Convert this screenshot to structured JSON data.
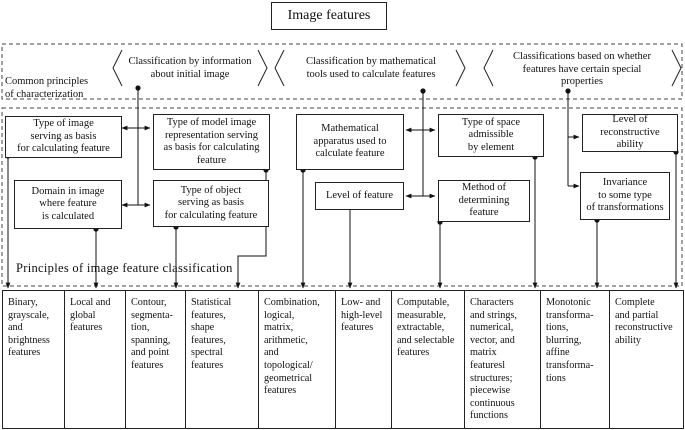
{
  "title": "Image features",
  "common_principles": {
    "label": "Common principles of characterization",
    "label_lines": [
      "Common principles",
      "of characterization"
    ],
    "items": [
      [
        "Classification by information",
        "about initial image"
      ],
      [
        "Classification by mathematical",
        "tools used to calculate features"
      ],
      [
        "Classifications based on whether",
        "features have certain special",
        "properties"
      ]
    ]
  },
  "principles_label": "Principles of image feature classification",
  "principles": {
    "type_of_image": [
      "Type of image",
      "serving as basis",
      "for calculating feature"
    ],
    "type_of_model": [
      "Type of model image",
      "representation serving",
      "as basis for calculating",
      "feature"
    ],
    "domain_in_image": [
      "Domain in image",
      "where feature",
      "is calculated"
    ],
    "type_of_object": [
      "Type of object",
      "serving as basis",
      "for calculating feature"
    ],
    "math_apparatus": [
      "Mathematical",
      "apparatus used to",
      "calculate feature"
    ],
    "type_of_space": [
      "Type of space",
      "admissible",
      "by element"
    ],
    "level_of_feature": [
      "Level of feature"
    ],
    "method_of_determining": [
      "Method of",
      "determining",
      "feature"
    ],
    "level_of_reconstructive": [
      "Level of",
      "reconstructive",
      "ability"
    ],
    "invariance": [
      "Invariance",
      "to some type",
      "of transformations"
    ]
  },
  "categories": [
    [
      "Binary,",
      "grayscale,",
      "and",
      "brightness",
      "features"
    ],
    [
      "Local and",
      "global",
      "features"
    ],
    [
      "Contour,",
      "segmenta-",
      "tion,",
      "spanning,",
      "and point",
      "features"
    ],
    [
      "Statistical",
      "features,",
      "shape",
      "features,",
      "spectral",
      "features"
    ],
    [
      "Combination,",
      "logical,",
      "matrix,",
      "arithmetic,",
      "and",
      "topological/",
      "geometrical",
      "features"
    ],
    [
      "Low- and",
      "high-level",
      "features"
    ],
    [
      "Computable,",
      "measurable,",
      "extractable,",
      "and selectable",
      "features"
    ],
    [
      "Characters",
      "and strings,",
      "numerical,",
      "vector, and",
      "matrix",
      "featuresl",
      "structures;",
      "piecewise",
      "continuous",
      "functions"
    ],
    [
      "Monotonic",
      "transforma-",
      "tions,",
      "blurring,",
      "affine",
      "transforma-",
      "tions"
    ],
    [
      "Complete",
      "and partial",
      "reconstructive",
      "ability"
    ]
  ]
}
